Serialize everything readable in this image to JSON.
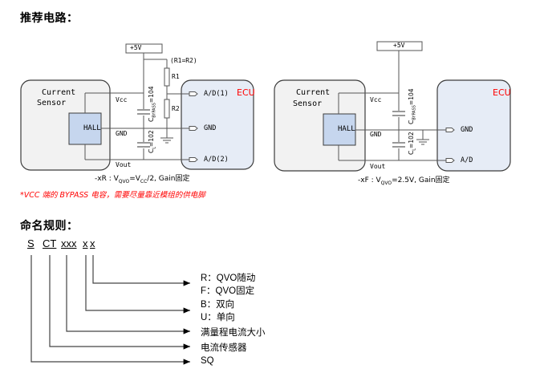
{
  "headings": {
    "circuit": "推荐电路：",
    "naming": "命名规则："
  },
  "circuit_left": {
    "supply": "+5V",
    "resistor_ratio": "(R1=R2)",
    "r1": "R1",
    "r2": "R2",
    "sensor_label_line1": "Current",
    "sensor_label_line2": "Sensor",
    "hall": "HALL",
    "vcc": "Vcc",
    "gnd": "GND",
    "vout": "Vout",
    "cap_bypass": "C_BYPASS=104",
    "cap_load": "C_L=102",
    "ecu": "ECU",
    "ecu_pins": [
      "A/D(1)",
      "GND",
      "A/D(2)"
    ],
    "caption": "-xR : V_QVO=V_CC/2, Gain固定"
  },
  "circuit_right": {
    "supply": "+5V",
    "sensor_label_line1": "Current",
    "sensor_label_line2": "Sensor",
    "hall": "HALL",
    "vcc": "Vcc",
    "gnd": "GND",
    "vout": "Vout",
    "cap_bypass": "C_BYPASS=104",
    "cap_load": "C_L=102",
    "ecu": "ECU",
    "ecu_pins": [
      "GND",
      "A/D"
    ],
    "caption": "-xF : V_QVO=2.5V, Gain固定"
  },
  "note": "*VCC 端的 BYPASS 电容，需要尽量靠近模组的供电脚",
  "naming": {
    "parts": [
      "S",
      "CT",
      "xxx",
      "x",
      "x"
    ],
    "legend": [
      "R：QVO随动",
      "F：QVO固定",
      "B：双向",
      "U：单向",
      "满量程电流大小",
      "电流传感器",
      "SQ"
    ]
  },
  "colors": {
    "sensor_fill": "#f2f2f2",
    "hall_fill": "#c6d6ee",
    "ecu_fill": "#e6ecf6",
    "ecu_label": "#ff0000",
    "note": "#ff0000",
    "wire": "#555555"
  }
}
